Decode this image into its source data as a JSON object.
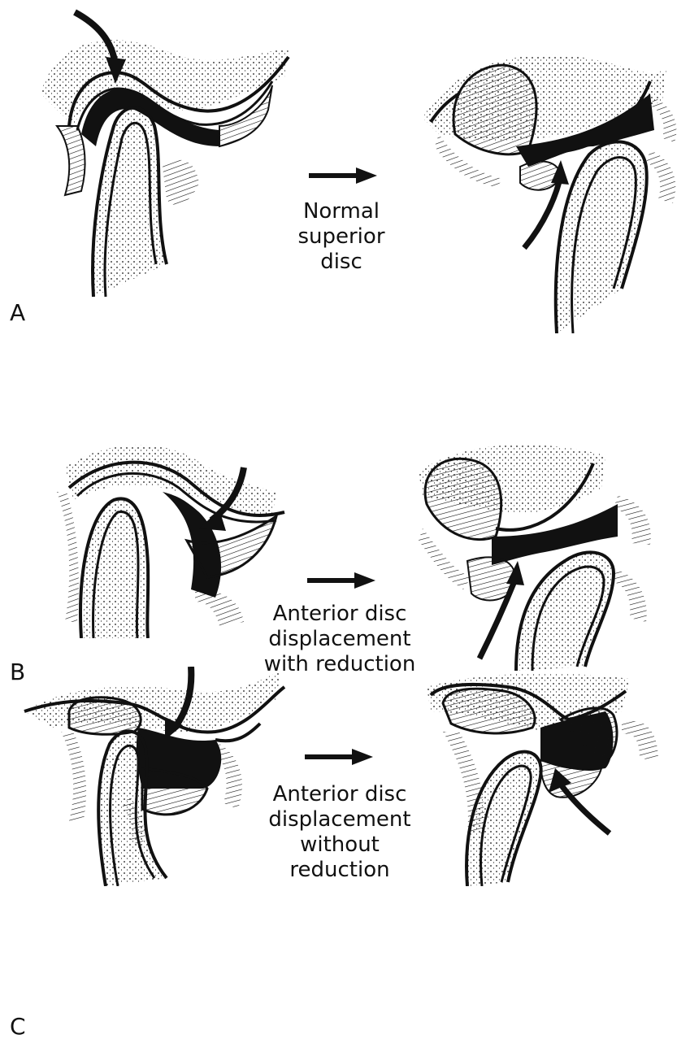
{
  "figure": {
    "panels": [
      {
        "letter": "A",
        "caption": [
          "Normal",
          "superior",
          "disc"
        ]
      },
      {
        "letter": "B",
        "caption": [
          "Anterior disc",
          "displacement",
          "with reduction"
        ]
      },
      {
        "letter": "C",
        "caption": [
          "Anterior disc",
          "displacement",
          "without",
          "reduction"
        ]
      }
    ]
  },
  "colors": {
    "ink": "#111111",
    "paper": "#ffffff"
  },
  "icons": {
    "transition": "right-arrow-icon",
    "force": "curved-arrow-icon"
  }
}
